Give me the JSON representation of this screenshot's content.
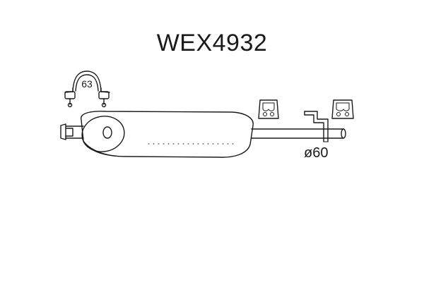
{
  "title": "WEX4932",
  "clamp_size": "63",
  "pipe_diameter": "ø60"
}
